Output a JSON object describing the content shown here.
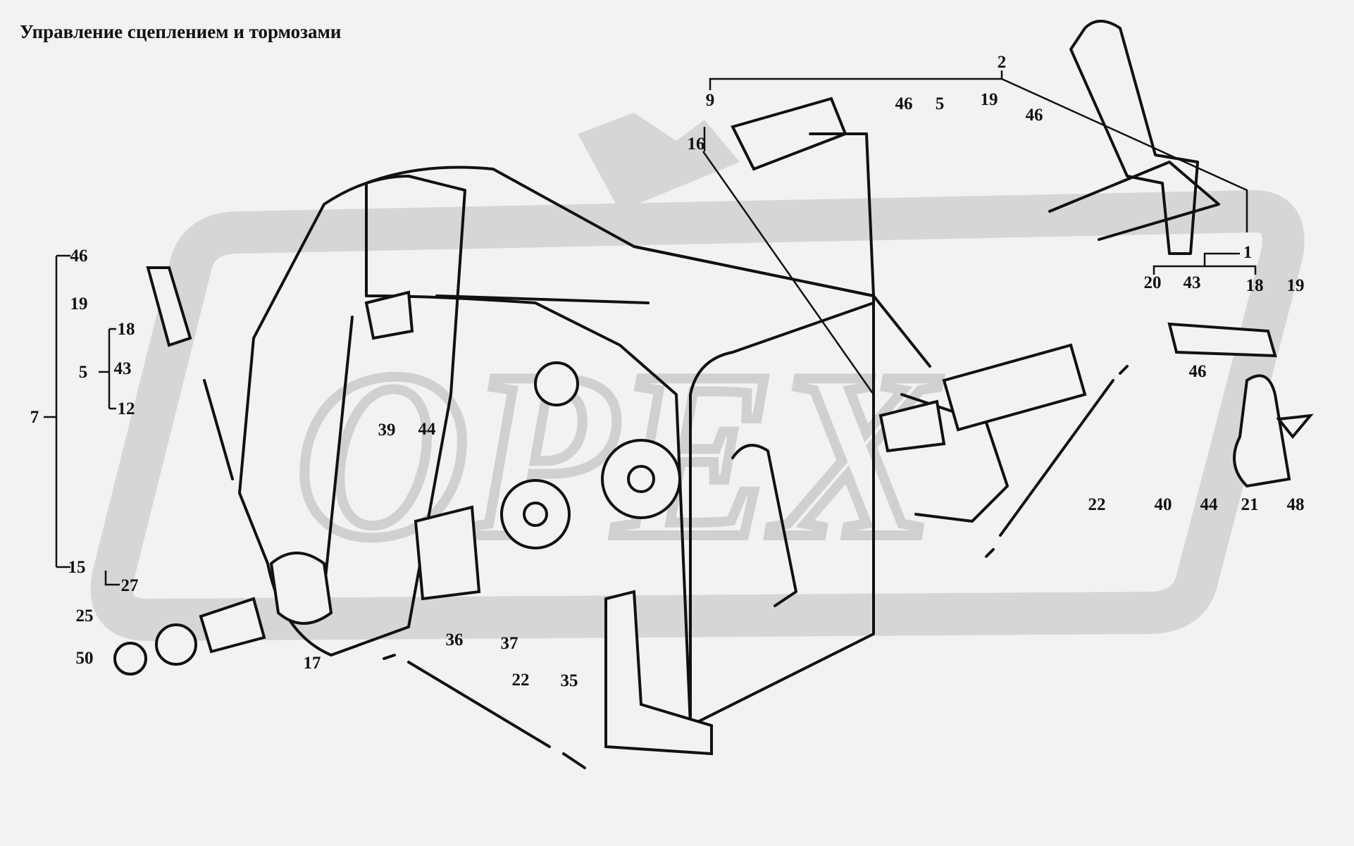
{
  "title": "Управление сцеплением и тормозами",
  "watermark": "OPEX",
  "callouts": [
    "2",
    "9",
    "16",
    "46",
    "5",
    "19",
    "46",
    "1",
    "20",
    "43",
    "18",
    "19",
    "46",
    "22",
    "40",
    "44",
    "21",
    "48",
    "46",
    "19",
    "18",
    "5",
    "43",
    "12",
    "7",
    "15",
    "27",
    "25",
    "50",
    "17",
    "22",
    "35",
    "36",
    "37",
    "39",
    "44"
  ]
}
